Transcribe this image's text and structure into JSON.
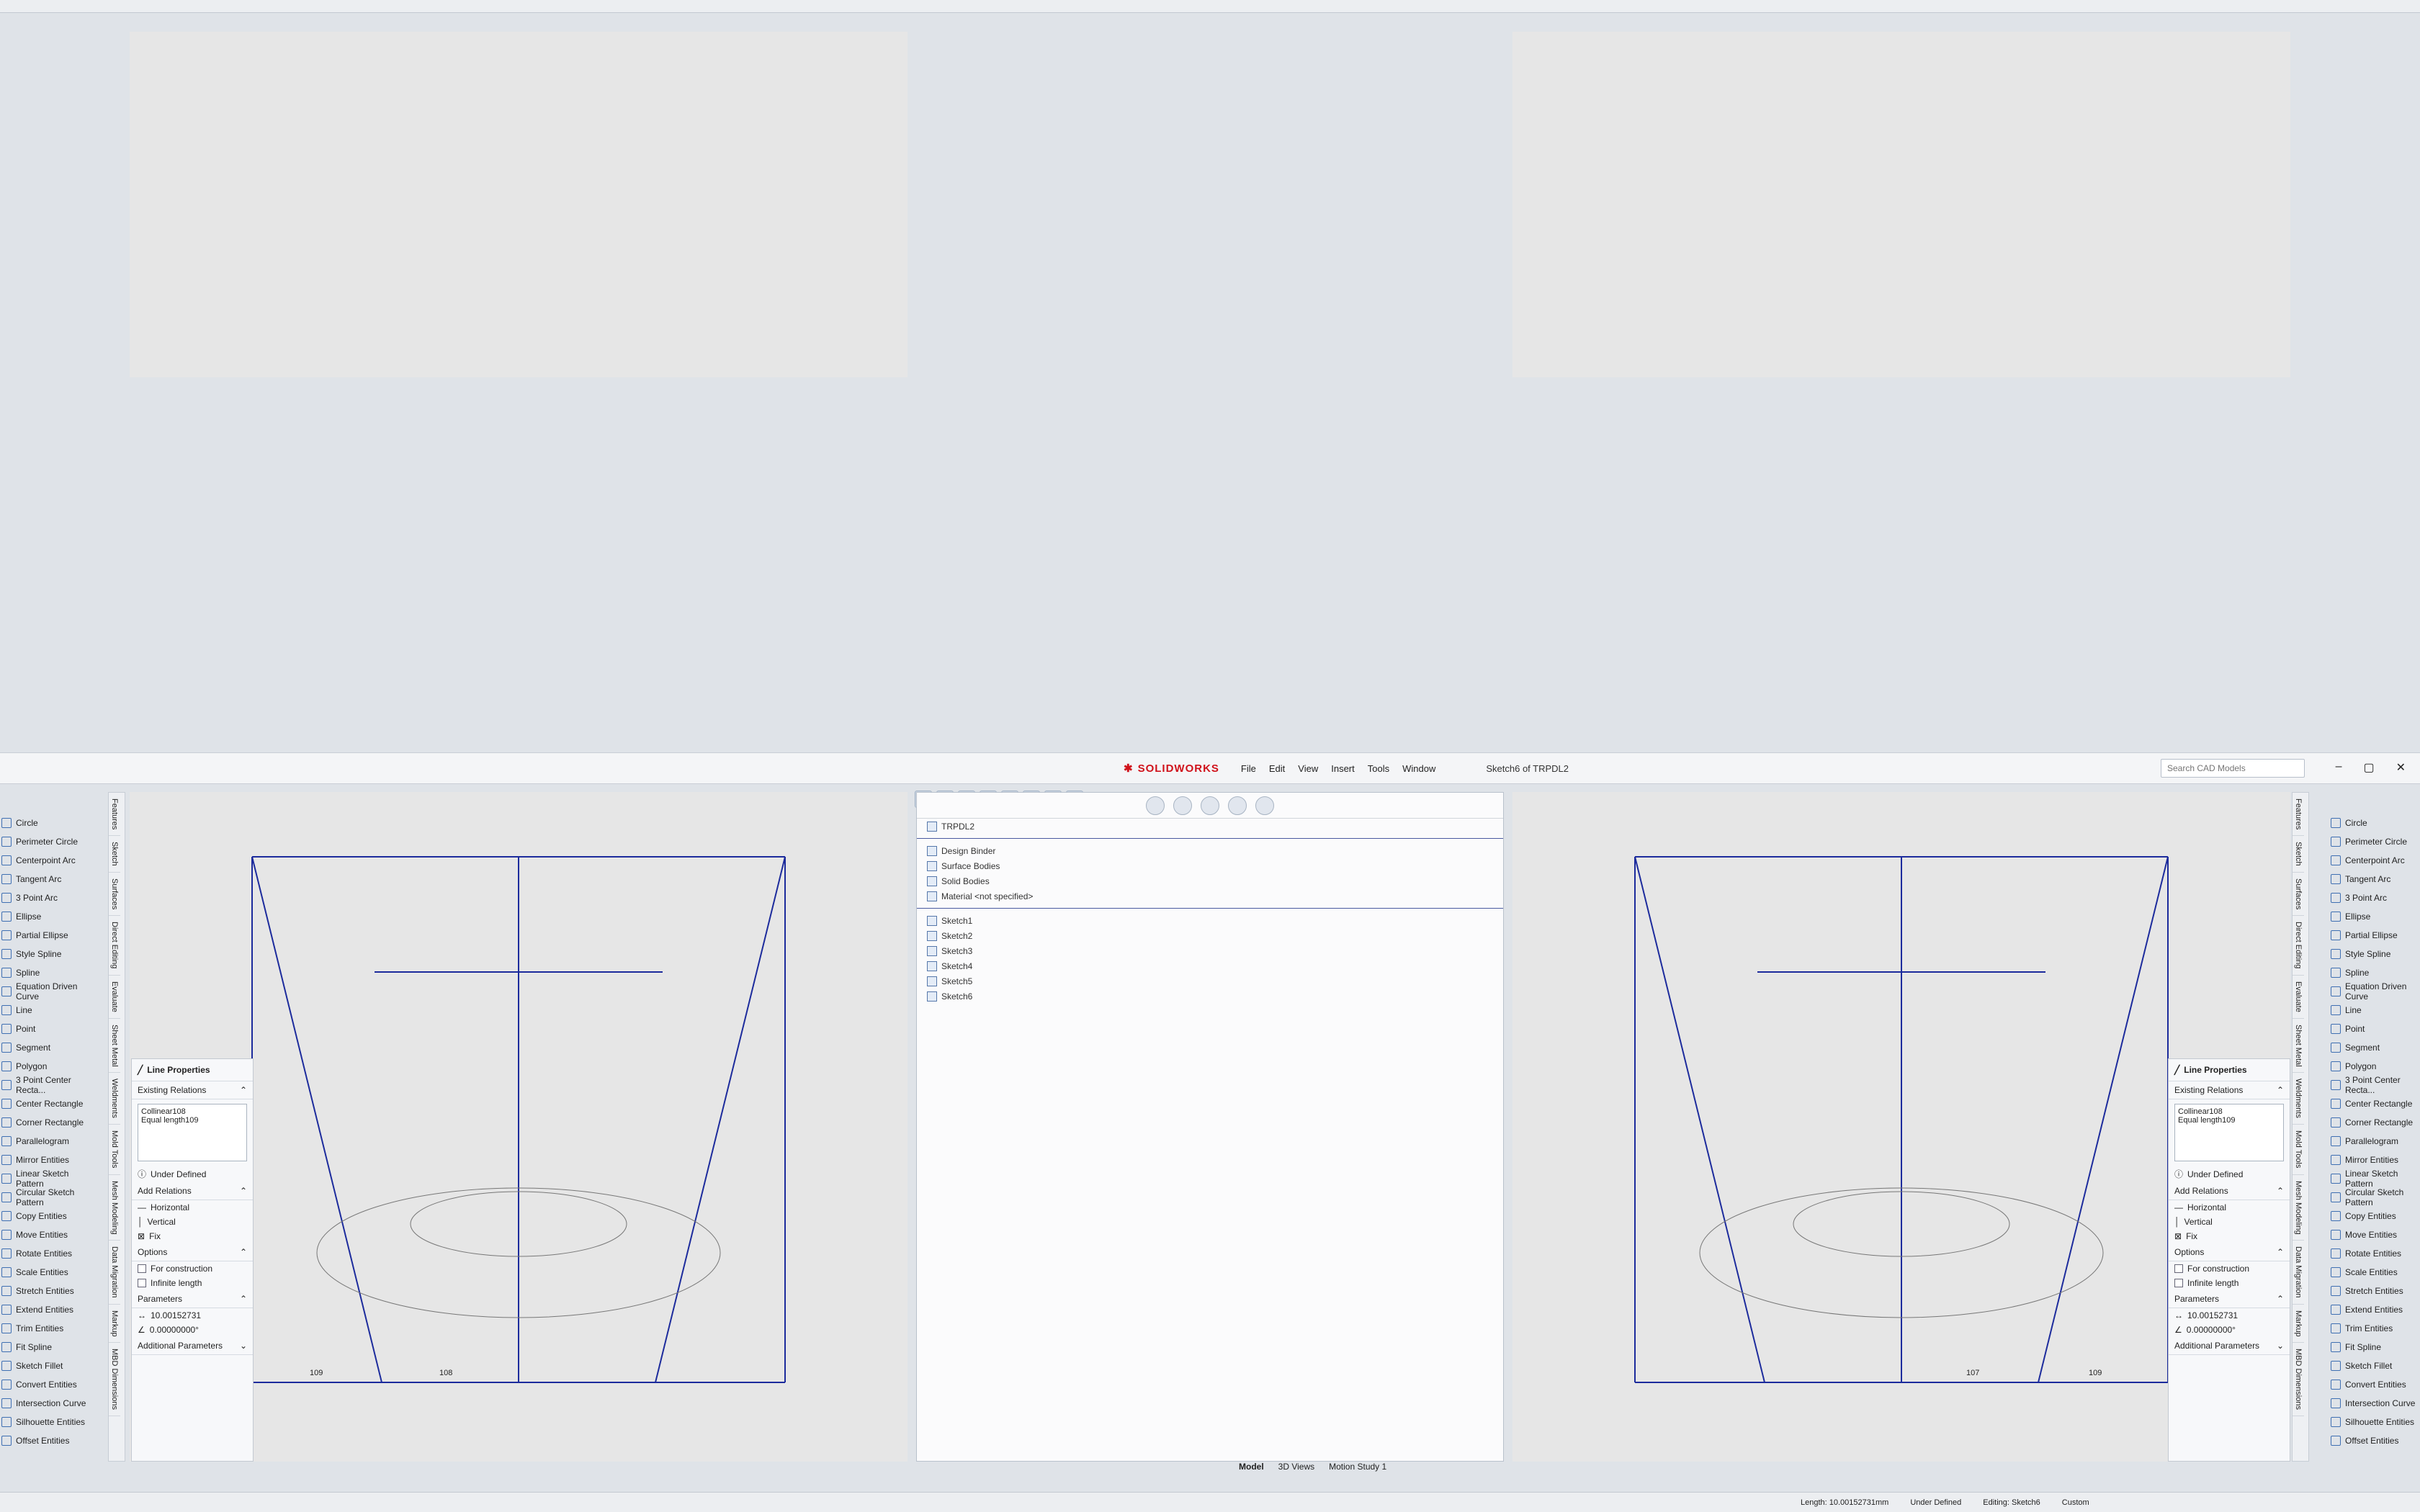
{
  "app": {
    "brand": "SOLIDWORKS",
    "document_title": "Sketch6 of TRPDL2",
    "search_placeholder": "Search CAD Models",
    "menus": [
      "File",
      "Edit",
      "View",
      "Insert",
      "Tools",
      "Window"
    ]
  },
  "property_manager": {
    "title": "Line Properties",
    "existing_relations_label": "Existing Relations",
    "relations": [
      "Collinear108",
      "Equal length109"
    ],
    "under_defined": "Under Defined",
    "add_relations_label": "Add Relations",
    "add_relations": [
      "Horizontal",
      "Vertical",
      "Fix"
    ],
    "options_label": "Options",
    "options": [
      "For construction",
      "Infinite length"
    ],
    "parameters_label": "Parameters",
    "param_values": [
      "10.00152731",
      "0.00000000°"
    ],
    "additional_label": "Additional Parameters"
  },
  "feature_tree": {
    "root": "TRPDL2",
    "nodes": [
      "Sketch1",
      "Sketch2",
      "Sketch3",
      "Sketch4",
      "Sketch5",
      "Sketch6"
    ],
    "material": "Material <not specified>",
    "folders": [
      "Solid Bodies",
      "Surface Bodies",
      "Design Binder"
    ]
  },
  "sketch_tools": [
    "Circle",
    "Perimeter Circle",
    "Centerpoint Arc",
    "Tangent Arc",
    "3 Point Arc",
    "Ellipse",
    "Partial Ellipse",
    "Style Spline",
    "Spline",
    "Equation Driven Curve",
    "Line",
    "Point",
    "Segment",
    "Polygon",
    "3 Point Center Recta...",
    "Center Rectangle",
    "Corner Rectangle",
    "Parallelogram",
    "Mirror Entities",
    "Linear Sketch Pattern",
    "Circular Sketch Pattern",
    "Copy Entities",
    "Move Entities",
    "Rotate Entities",
    "Scale Entities",
    "Stretch Entities",
    "Extend Entities",
    "Trim Entities",
    "Fit Spline",
    "Sketch Fillet",
    "Convert Entities",
    "Intersection Curve",
    "Silhouette Entities",
    "Offset Entities"
  ],
  "command_tabs": [
    "Features",
    "Sketch",
    "Surfaces",
    "Direct Editing",
    "Evaluate",
    "Sheet Metal",
    "Weldments",
    "Mold Tools",
    "Mesh Modeling",
    "Data Migration",
    "Markup",
    "MBD Dimensions"
  ],
  "bottom_tabs": [
    "Model",
    "3D Views",
    "Motion Study 1"
  ],
  "status": {
    "length": "Length: 10.00152731mm",
    "state": "Under Defined",
    "editing": "Editing: Sketch6",
    "units": "Custom"
  },
  "dimension_labels": [
    "109",
    "107",
    "108"
  ]
}
